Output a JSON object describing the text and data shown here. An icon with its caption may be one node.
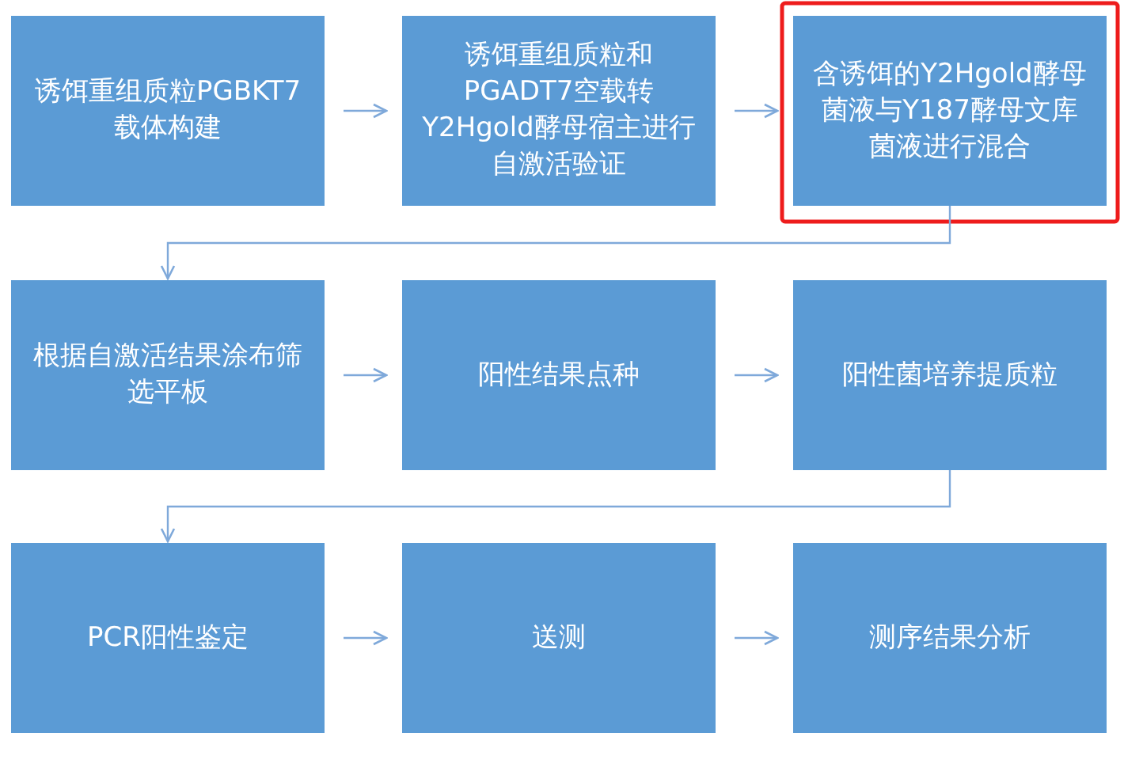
{
  "diagram": {
    "nodes": [
      {
        "text": [
          "诱饵重组质粒PGBKT7载体构建"
        ]
      },
      {
        "text": [
          "诱饵重组质粒和PGADT7空载转Y2Hgold酵母宿主进行自激活验证"
        ]
      },
      {
        "text": [
          "含诱饵的Y2Hgold酵母菌液与Y187酵母文库菌液进行混合"
        ]
      },
      {
        "text": [
          "根据自激活结果涂布筛选平板"
        ]
      },
      {
        "text": [
          "阳性结果点种"
        ]
      },
      {
        "text": [
          "阳性菌培养提质粒"
        ]
      },
      {
        "text": [
          "PCR阳性鉴定"
        ]
      },
      {
        "text": [
          "送测"
        ]
      },
      {
        "text": [
          "测序结果分析"
        ]
      }
    ],
    "edges": [
      {
        "from": 0,
        "to": 1,
        "arrow": "to"
      },
      {
        "from": 1,
        "to": 2,
        "arrow": "to"
      },
      {
        "from": 2,
        "to": 3,
        "arrow": "to"
      },
      {
        "from": 3,
        "to": 4,
        "arrow": "to"
      },
      {
        "from": 4,
        "to": 5,
        "arrow": "to"
      },
      {
        "from": 5,
        "to": 6,
        "arrow": "to"
      },
      {
        "from": 6,
        "to": 7,
        "arrow": "to"
      },
      {
        "from": 7,
        "to": 8,
        "arrow": "to"
      }
    ]
  }
}
